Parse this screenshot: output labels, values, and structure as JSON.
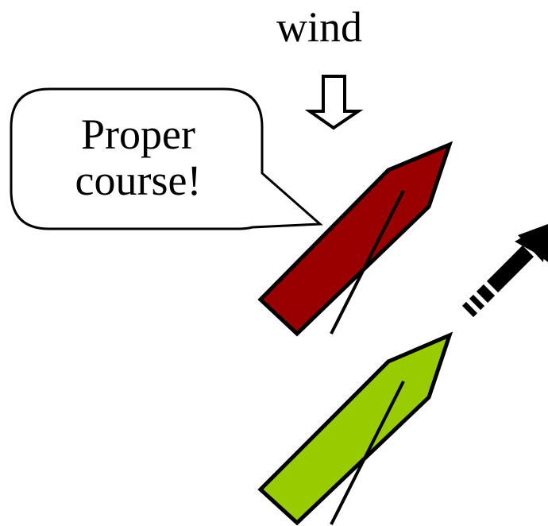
{
  "wind": {
    "label": "wind",
    "arrow_icon": "hollow-down-arrow-icon"
  },
  "speech_bubble": {
    "line1": "Proper",
    "line2": "course!"
  },
  "boats": {
    "windward": {
      "hull_color": "#990000"
    },
    "leeward": {
      "hull_color": "#99CC00"
    }
  },
  "direction_arrow": {
    "icon": "black-diagonal-arrow-icon",
    "color": "#000000"
  }
}
